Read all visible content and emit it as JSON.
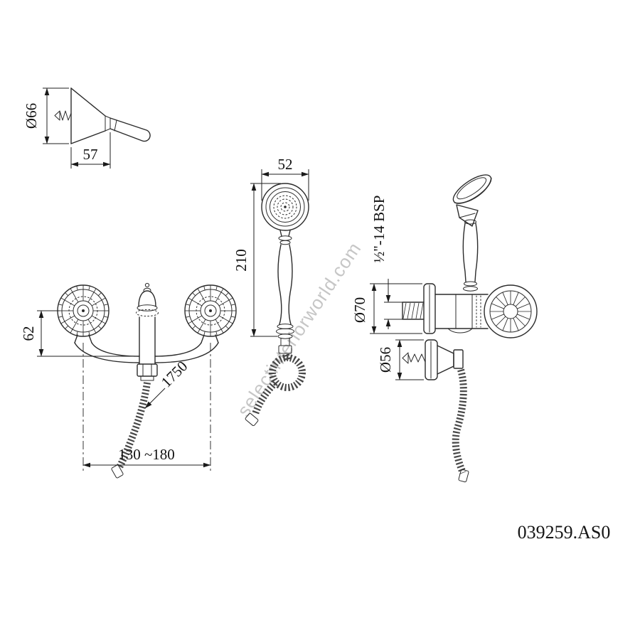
{
  "drawing": {
    "part_number": "039259.AS0",
    "watermark": "selectinteriorworld.com",
    "views": {
      "wall_bracket": {
        "labels": {
          "diameter": "Ø66",
          "depth": "57"
        }
      },
      "handshower": {
        "labels": {
          "head_width": "52",
          "length": "210"
        }
      },
      "mixer_front": {
        "labels": {
          "drop": "62",
          "hose_length": "1750",
          "centers": "130 ~180"
        }
      },
      "mixer_side": {
        "labels": {
          "flange_diameter": "Ø70",
          "thread": "½\"-14 BSP",
          "escutcheon_diameter": "Ø56"
        }
      }
    }
  }
}
